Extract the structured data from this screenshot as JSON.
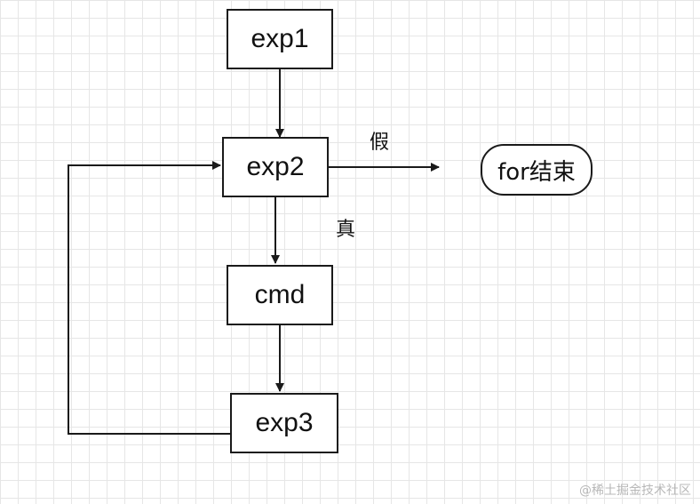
{
  "nodes": {
    "exp1": "exp1",
    "exp2": "exp2",
    "cmd": "cmd",
    "exp3": "exp3",
    "for_end": "for结束"
  },
  "edge_labels": {
    "false_label": "假",
    "true_label": "真"
  },
  "watermark": "@稀土掘金技术社区",
  "colors": {
    "line": "#1a1a1a",
    "grid": "#e6e6e6",
    "background": "#ffffff"
  }
}
